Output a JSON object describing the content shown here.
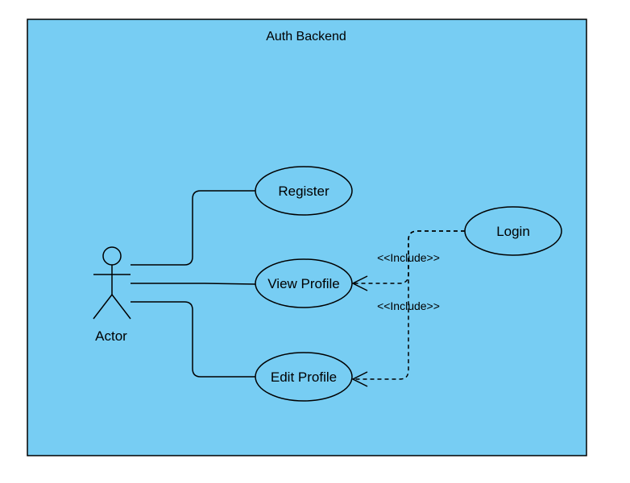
{
  "diagram": {
    "type": "uml-use-case",
    "system_boundary": {
      "title": "Auth Backend",
      "fill": "#77CDF3",
      "stroke": "#000000"
    },
    "actor": {
      "name": "Actor"
    },
    "use_cases": {
      "register": "Register",
      "view_profile": "View Profile",
      "edit_profile": "Edit Profile",
      "login": "Login"
    },
    "relations": {
      "include_view_profile": "<<Include>>",
      "include_edit_profile": "<<Include>>"
    },
    "colors": {
      "boundary_fill": "#77CDF3",
      "use_case_fill": "#77CDF3",
      "line": "#000000"
    }
  }
}
